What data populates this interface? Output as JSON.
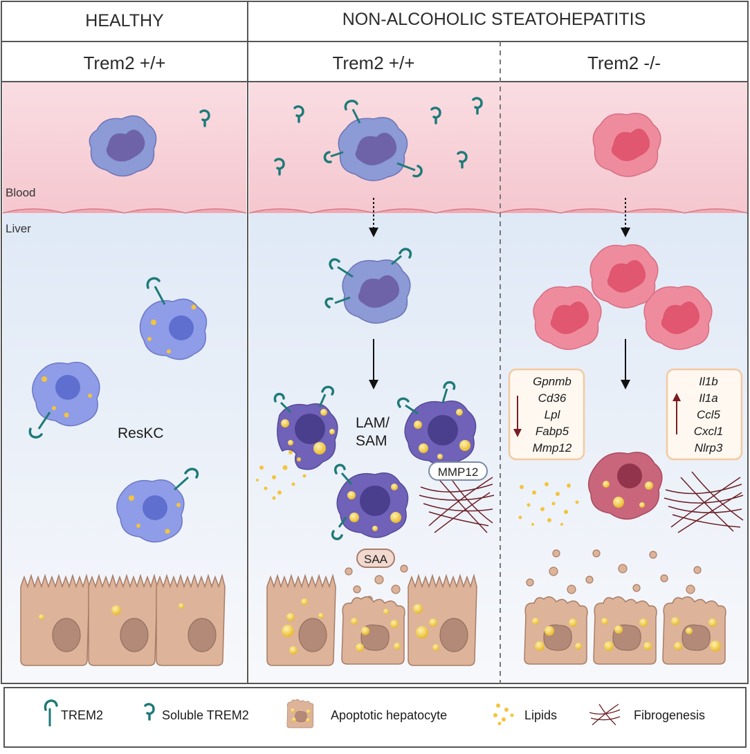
{
  "header": {
    "healthy": "HEALTHY",
    "nash": "NON-ALCOHOLIC STEATOHEPATITIS"
  },
  "columns": [
    {
      "label": "Trem2 +/+"
    },
    {
      "label": "Trem2 +/+"
    },
    {
      "label": "Trem2 -/-"
    }
  ],
  "zones": {
    "blood": "Blood",
    "liver": "Liver"
  },
  "labels": {
    "reskc": "ResKC",
    "lam_line1": "LAM/",
    "lam_line2": "SAM",
    "mmp12": "MMP12",
    "saa": "SAA"
  },
  "genes_down": [
    "Gpnmb",
    "Cd36",
    "Lpl",
    "Fabp5",
    "Mmp12"
  ],
  "genes_up": [
    "Il1b",
    "Il1a",
    "Ccl5",
    "Cxcl1",
    "Nlrp3"
  ],
  "legend": [
    {
      "label": "TREM2",
      "icon": "trem2-receptor-icon"
    },
    {
      "label": "Soluble TREM2",
      "icon": "soluble-trem2-icon"
    },
    {
      "label": "Apoptotic hepatocyte",
      "icon": "apoptotic-hepatocyte-icon"
    },
    {
      "label": "Lipids",
      "icon": "lipids-icon"
    },
    {
      "label": "Fibrogenesis",
      "icon": "fibrogenesis-icon"
    }
  ],
  "colors": {
    "blood": "#f7d3d9",
    "liver": "#e4edf7",
    "monocyte": "#8c9ad6",
    "monocyte_nucleus": "#6e63a8",
    "kupffer": "#7f8de6",
    "lam": "#6f62b8",
    "trem2_ko_cell": "#ee8c9e",
    "trem2": "#1d7a78",
    "hepatocyte": "#ddb39a",
    "lipid": "#f3c43d",
    "fibrosis": "#6b1f25",
    "arrow_down": "#7a1c22",
    "gene_box": "#f3c9a0"
  }
}
